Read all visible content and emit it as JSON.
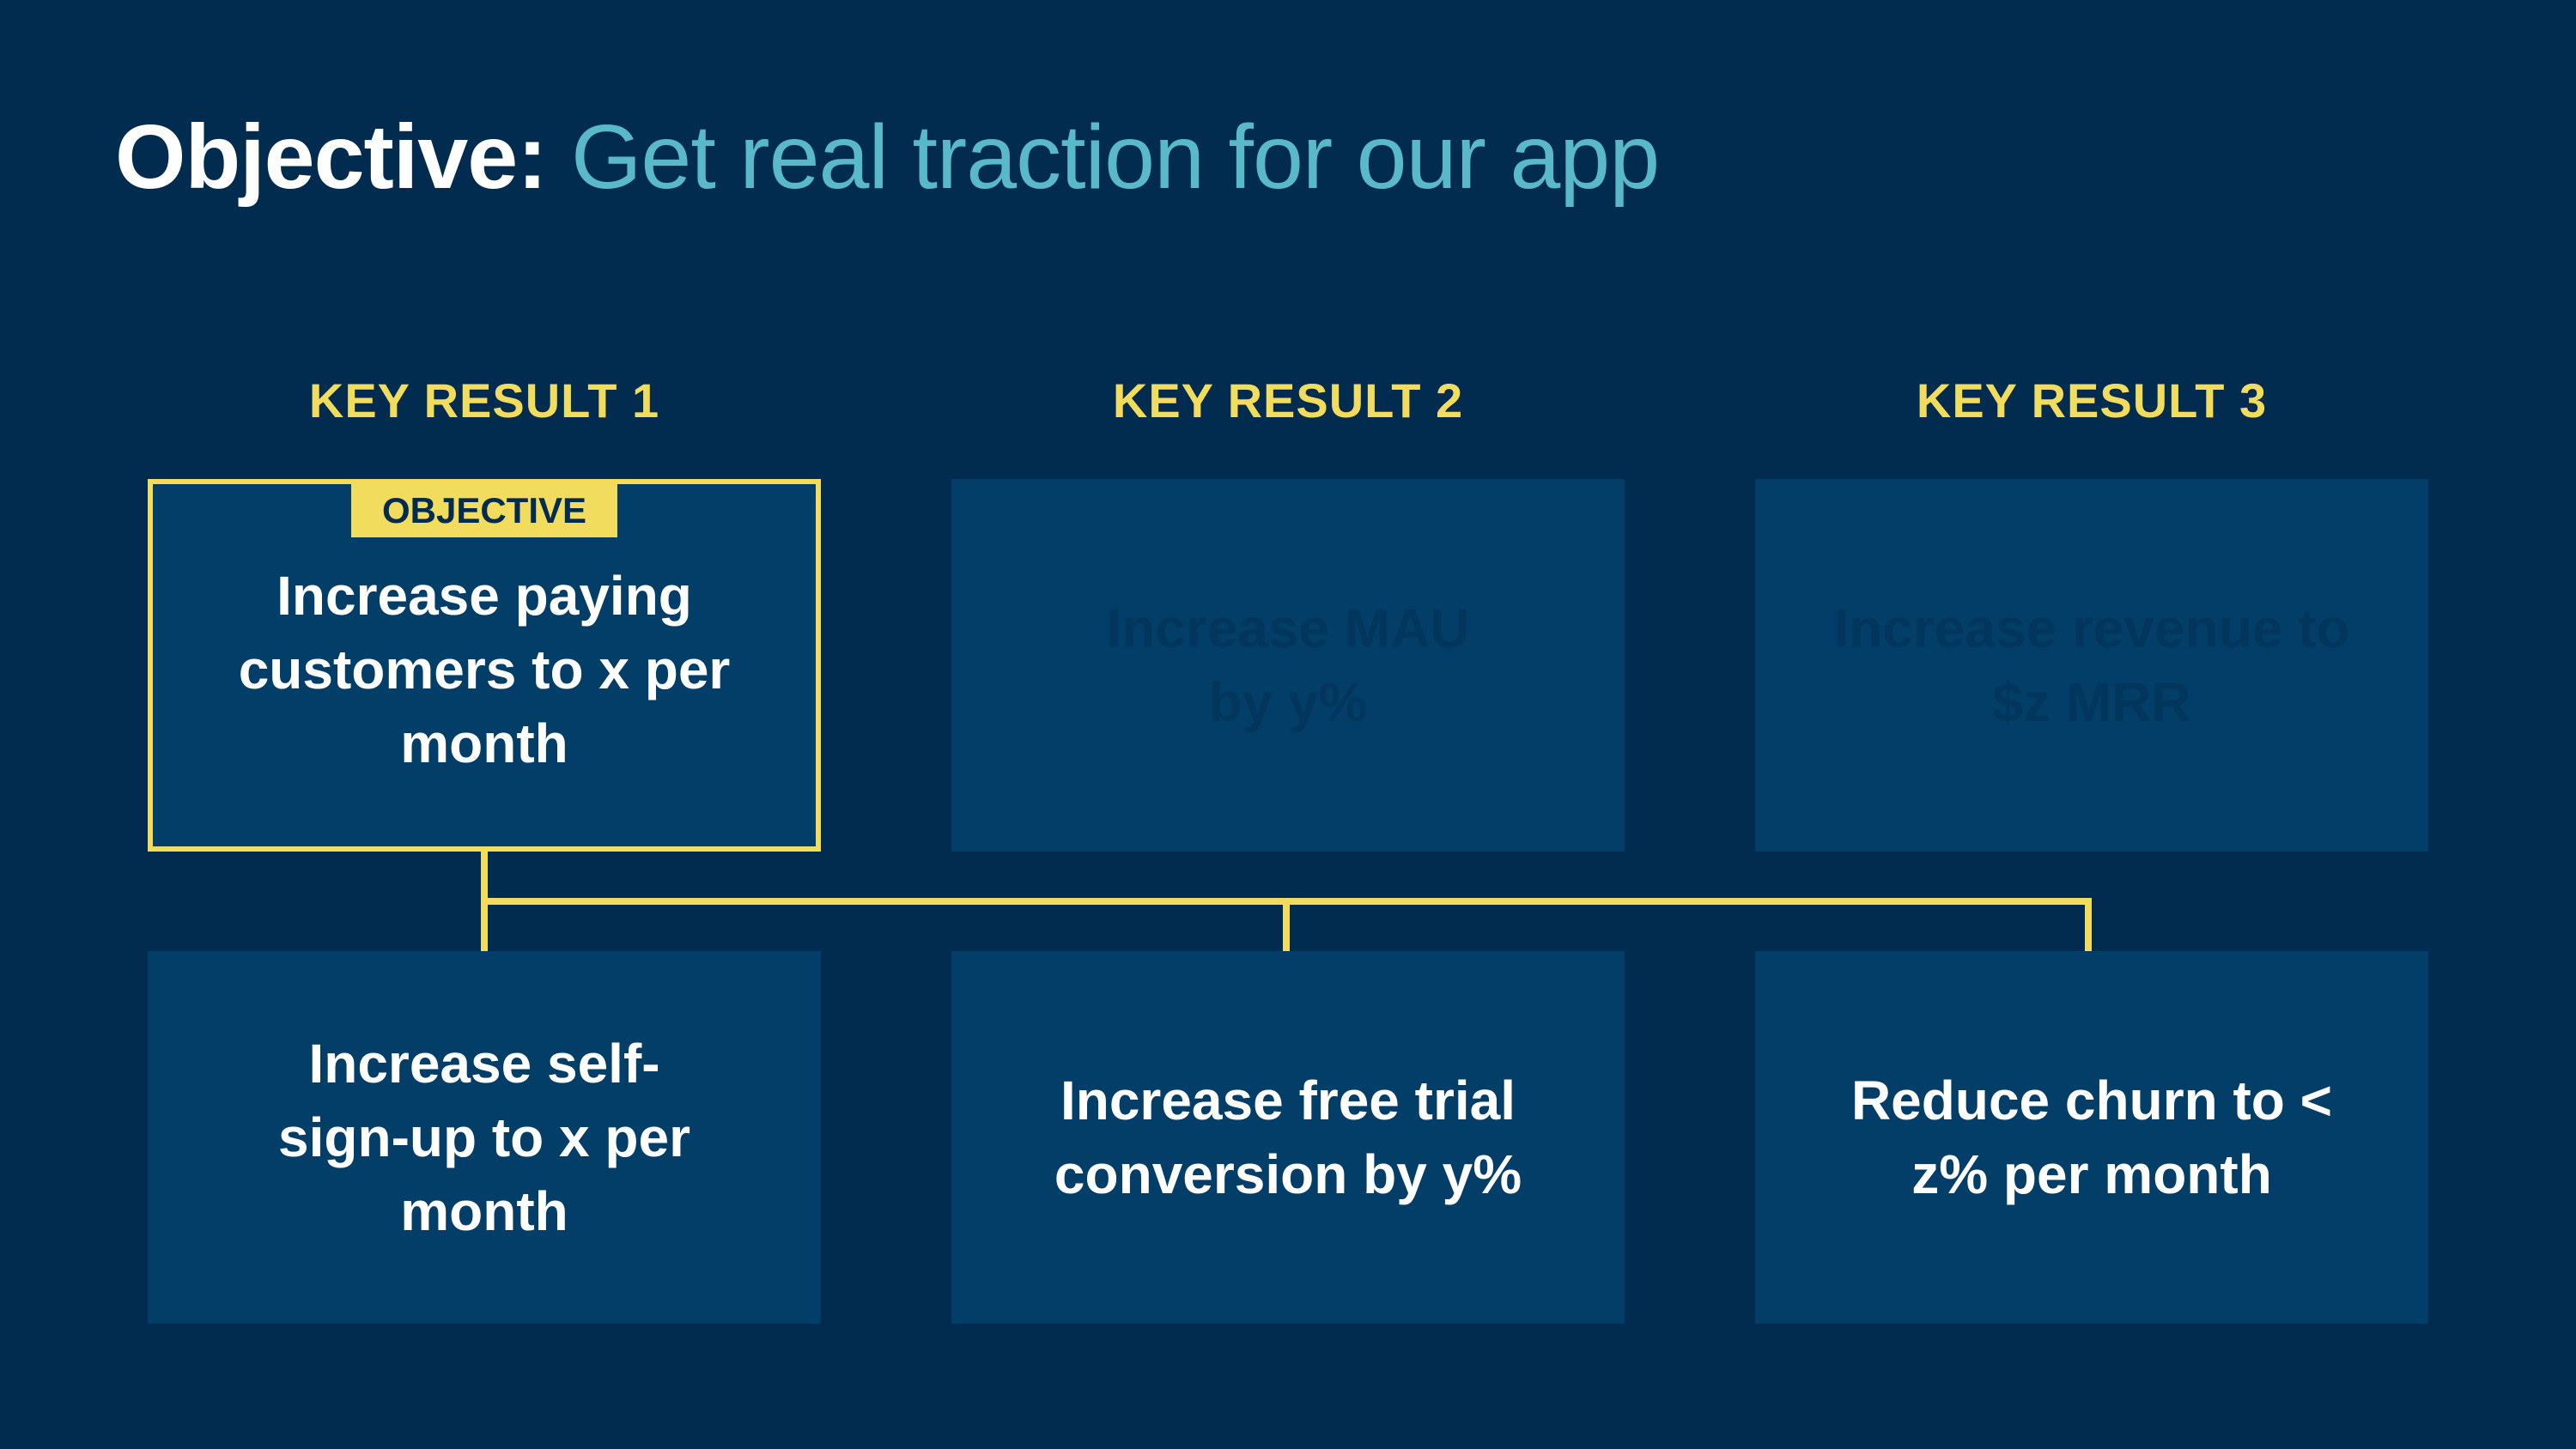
{
  "title": {
    "prefix": "Objective:",
    "main": "Get real traction for our app"
  },
  "key_results": [
    {
      "heading": "KEY RESULT 1",
      "text": "Increase paying customers to x per month",
      "badge": "OBJECTIVE"
    },
    {
      "heading": "KEY RESULT 2",
      "text": "Increase MAU by y%"
    },
    {
      "heading": "KEY RESULT 3",
      "text": "Increase revenue to $z MRR"
    }
  ],
  "sub_results": [
    {
      "text": "Increase self-sign-up to x per month"
    },
    {
      "text": "Increase free trial conversion by y%"
    },
    {
      "text": "Reduce churn to < z% per month"
    }
  ],
  "colors": {
    "background": "#022c4f",
    "box": "#023e68",
    "accent_yellow": "#f2dc5d",
    "accent_teal": "#5ab9c8"
  }
}
